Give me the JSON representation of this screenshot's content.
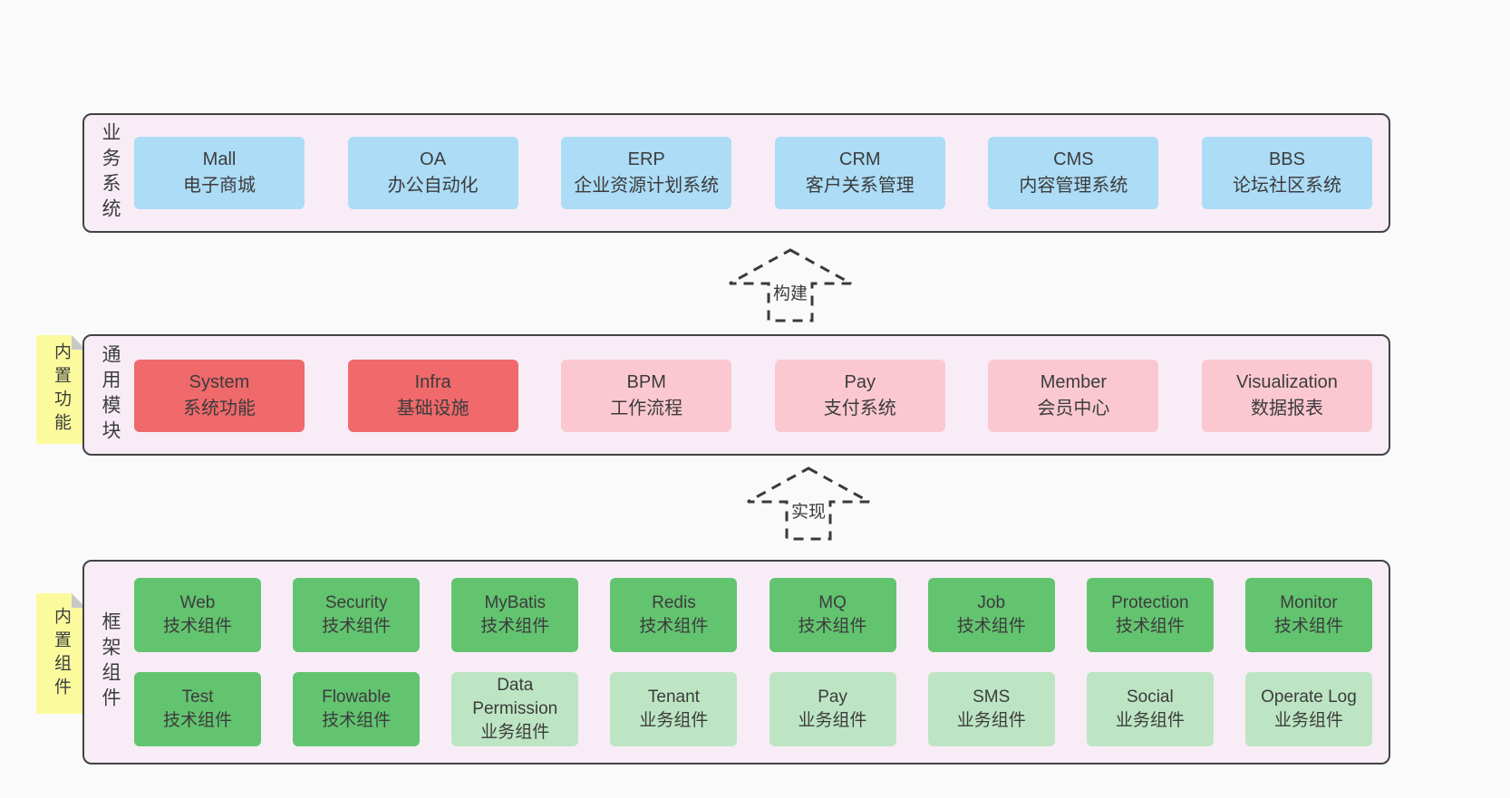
{
  "colors": {
    "page_bg": "#FAFAFA",
    "panel_bg": "#F8EDF6",
    "panel_border": "#424242",
    "blue": "#ACDCF6",
    "red": "#F0696B",
    "pink": "#FBC8D1",
    "green": "#63C470",
    "green_light": "#BDE5C3",
    "yellow": "#FBFB9E",
    "fold_gray": "#C8C8C8",
    "arrow": "#3A3A3A",
    "text": "#3C3C3C"
  },
  "arrows": [
    {
      "label": "构建"
    },
    {
      "label": "实现"
    }
  ],
  "sections": {
    "business": {
      "label": "业务系统",
      "items": [
        {
          "name": "Mall",
          "desc": "电子商城"
        },
        {
          "name": "OA",
          "desc": "办公自动化"
        },
        {
          "name": "ERP",
          "desc": "企业资源计划系统"
        },
        {
          "name": "CRM",
          "desc": "客户关系管理"
        },
        {
          "name": "CMS",
          "desc": "内容管理系统"
        },
        {
          "name": "BBS",
          "desc": "论坛社区系统"
        }
      ]
    },
    "modules": {
      "label": "通用模块",
      "note": "内置功能",
      "items": [
        {
          "name": "System",
          "desc": "系统功能"
        },
        {
          "name": "Infra",
          "desc": "基础设施"
        },
        {
          "name": "BPM",
          "desc": "工作流程"
        },
        {
          "name": "Pay",
          "desc": "支付系统"
        },
        {
          "name": "Member",
          "desc": "会员中心"
        },
        {
          "name": "Visualization",
          "desc": "数据报表"
        }
      ]
    },
    "framework": {
      "label": "框架组件",
      "note": "内置组件",
      "row1": [
        {
          "name": "Web",
          "desc": "技术组件"
        },
        {
          "name": "Security",
          "desc": "技术组件"
        },
        {
          "name": "MyBatis",
          "desc": "技术组件"
        },
        {
          "name": "Redis",
          "desc": "技术组件"
        },
        {
          "name": "MQ",
          "desc": "技术组件"
        },
        {
          "name": "Job",
          "desc": "技术组件"
        },
        {
          "name": "Protection",
          "desc": "技术组件"
        },
        {
          "name": "Monitor",
          "desc": "技术组件"
        }
      ],
      "row2": [
        {
          "name": "Test",
          "desc": "技术组件"
        },
        {
          "name": "Flowable",
          "desc": "技术组件"
        },
        {
          "name": "Data Permission",
          "desc": "业务组件"
        },
        {
          "name": "Tenant",
          "desc": "业务组件"
        },
        {
          "name": "Pay",
          "desc": "业务组件"
        },
        {
          "name": "SMS",
          "desc": "业务组件"
        },
        {
          "name": "Social",
          "desc": "业务组件"
        },
        {
          "name": "Operate Log",
          "desc": "业务组件"
        }
      ]
    }
  }
}
